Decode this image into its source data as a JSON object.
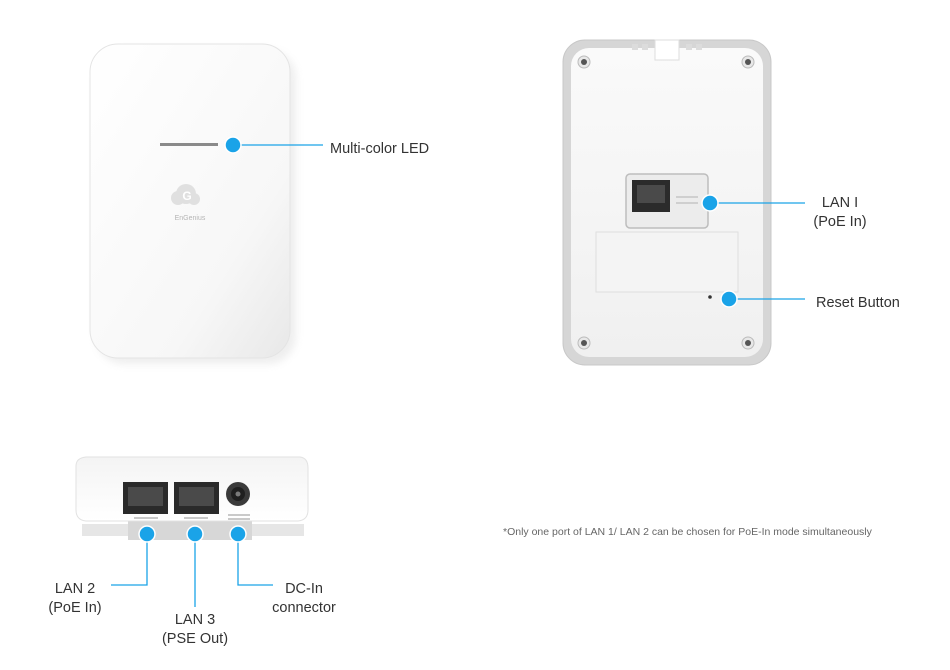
{
  "front_view": {
    "brand": "EnGenius",
    "brand_mark": "G",
    "led_label": "Multi-color LED"
  },
  "rear_view": {
    "lan1_label_line1": "LAN I",
    "lan1_label_line2": "(PoE In)",
    "reset_label": "Reset Button"
  },
  "bottom_view": {
    "lan2_label_line1": "LAN 2",
    "lan2_label_line2": "(PoE In)",
    "lan3_label_line1": "LAN 3",
    "lan3_label_line2": "(PSE Out)",
    "dc_label_line1": "DC-In",
    "dc_label_line2": "connector"
  },
  "footnote": "*Only one port of LAN 1/ LAN  2 can be chosen for PoE-In mode simultaneously",
  "colors": {
    "callout": "#1aa3e8",
    "text": "#333333",
    "note": "#666666"
  }
}
